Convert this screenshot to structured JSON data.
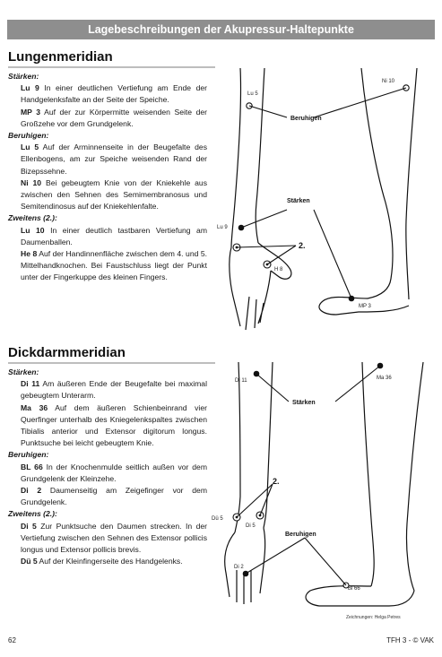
{
  "header": {
    "title": "Lagebeschreibungen der Akupressur-Haltepunkte"
  },
  "sections": [
    {
      "title": "Lungenmeridian",
      "groups": [
        {
          "heading": "Stärken:",
          "items": [
            {
              "code": "Lu 9",
              "text": " In einer deutlichen Vertiefung am Ende der Handgelenksfalte an der Seite der Speiche."
            },
            {
              "code": "MP 3",
              "text": " Auf der zur Körpermitte weisenden Seite der Großzehe vor dem Grundgelenk."
            }
          ]
        },
        {
          "heading": "Beruhigen:",
          "items": [
            {
              "code": "Lu 5",
              "text": " Auf der Arminnenseite in der Beugefalte des Ellenbogens, am zur Speiche weisenden Rand der Bizepssehne."
            },
            {
              "code": "Ni 10",
              "text": " Bei gebeugtem Knie von der Kniekehle aus zwischen den Sehnen des Semimembranosus und Semitendinosus auf der Kniekehlenfalte."
            }
          ]
        },
        {
          "heading": "Zweitens (2.):",
          "items": [
            {
              "code": "Lu 10",
              "text": " In einer deutlich tastbaren Vertiefung am Daumenballen."
            },
            {
              "code": "He 8",
              "text": " Auf der Handinnenfläche zwischen dem 4. und 5. Mittelhandknochen. Bei Faustschluss liegt der Punkt unter der Fingerkuppe des kleinen Fingers."
            }
          ]
        }
      ]
    },
    {
      "title": "Dickdarmmeridian",
      "groups": [
        {
          "heading": "Stärken:",
          "items": [
            {
              "code": "Di 11",
              "text": " Am äußeren Ende der Beugefalte bei maximal gebeugtem Unterarm."
            },
            {
              "code": "Ma 36",
              "text": " Auf dem äußeren Schienbeinrand vier Querfinger unterhalb des Kniegelenkspaltes zwischen Tibialis anterior und Extensor digitorum longus. Punktsuche bei leicht gebeugtem Knie."
            }
          ]
        },
        {
          "heading": "Beruhigen:",
          "items": [
            {
              "code": "BL 66",
              "text": " In der Knochenmulde seitlich außen vor dem Grundgelenk der Kleinzehe."
            },
            {
              "code": "Di 2",
              "text": " Daumenseitig am Zeigefinger vor dem Grundgelenk."
            }
          ]
        },
        {
          "heading": "Zweitens (2.):",
          "items": [
            {
              "code": "Di 5",
              "text": " Zur Punktsuche den Daumen strecken. In der Vertiefung zwischen den Sehnen des Extensor pollicis longus und Extensor pollicis brevis."
            },
            {
              "code": "Dü 5",
              "text": " Auf der Kleinfingerseite des Handgelenks."
            }
          ]
        }
      ]
    }
  ],
  "figure1": {
    "labels": {
      "lu5": "Lu 5",
      "ni10": "Ni 10",
      "beruhigen": "Beruhigen",
      "staerken": "Stärken",
      "lu9": "Lu 9",
      "two": "2.",
      "h8": "H 8",
      "mp3": "MP 3"
    }
  },
  "figure2": {
    "labels": {
      "di11": "Di 11",
      "ma36": "Ma 36",
      "staerken": "Stärken",
      "two": "2.",
      "du5": "Dü 5",
      "di5": "Di 5",
      "beruhigen": "Beruhigen",
      "di2": "Di 2",
      "bl66": "Bl 66"
    },
    "credit": "Zeichnungen: Helga Petres"
  },
  "footer": {
    "page": "62",
    "right": "TFH 3 - © VAK"
  }
}
